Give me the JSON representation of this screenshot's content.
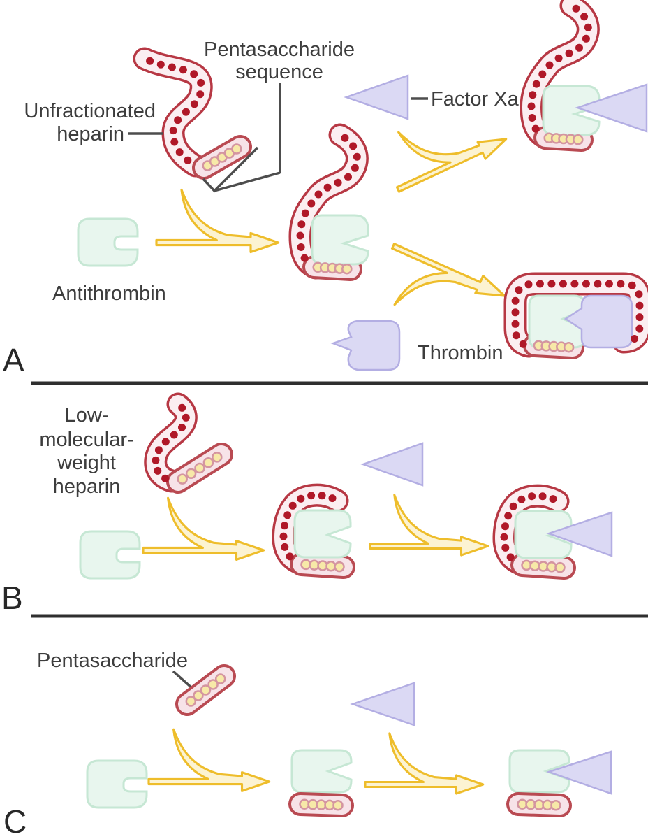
{
  "panel_a": {
    "panel_label": "A",
    "unfractionated_heparin_label": [
      "Unfractionated",
      "heparin"
    ],
    "pentasaccharide_sequence_label": [
      "Pentasaccharide",
      "sequence"
    ],
    "factor_xa_label": "Factor Xa",
    "antithrombin_label": "Antithrombin",
    "thrombin_label": "Thrombin"
  },
  "panel_b": {
    "panel_label": "B",
    "lmwh_label": [
      "Low-",
      "molecular-",
      "weight",
      "heparin"
    ]
  },
  "panel_c": {
    "panel_label": "C",
    "pentasaccharide_label": "Pentasaccharide"
  },
  "palette": {
    "heparin_outline": "#b73844",
    "heparin_fill": "#fbeef1",
    "heparin_dot": "#b01828",
    "penta_outline": "#b94a52",
    "penta_fill": "#f7e3e8",
    "penta_dot_fill": "#f7e9a8",
    "penta_dot_ring": "#d495a0",
    "antithrombin_fill": "#e8f6ee",
    "antithrombin_outline": "#c6e7d4",
    "protease_fill": "#dbd9f4",
    "protease_outline": "#b3aee3",
    "arrow_fill": "#fcf3d2",
    "arrow_outline": "#eebd2b",
    "label_text": "#3d3d3d",
    "divider": "#2f2f2f"
  }
}
